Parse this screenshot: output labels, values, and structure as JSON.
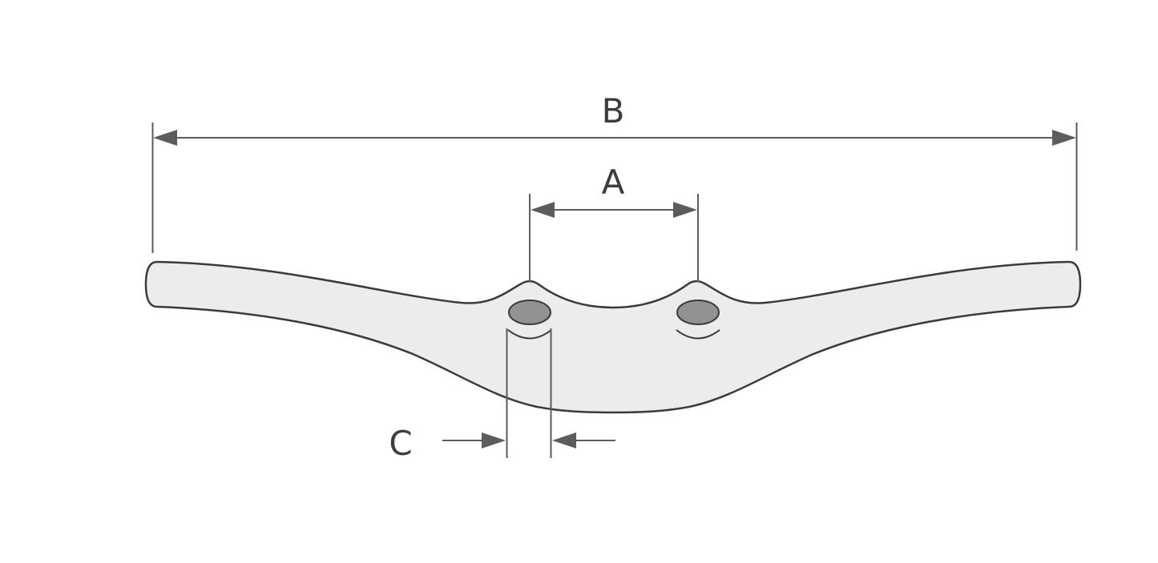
{
  "diagram": {
    "labels": {
      "dim_b": "B",
      "dim_a": "A",
      "dim_c": "C"
    },
    "colors": {
      "canvas": "#ffffff",
      "part_fill": "#ececec",
      "part_outline": "#3a3a3a",
      "hole_fill": "#929292",
      "hole_outline": "#3a3a3a",
      "dimension_line": "#5c5c5c",
      "label_text": "#3d3d3d"
    }
  }
}
